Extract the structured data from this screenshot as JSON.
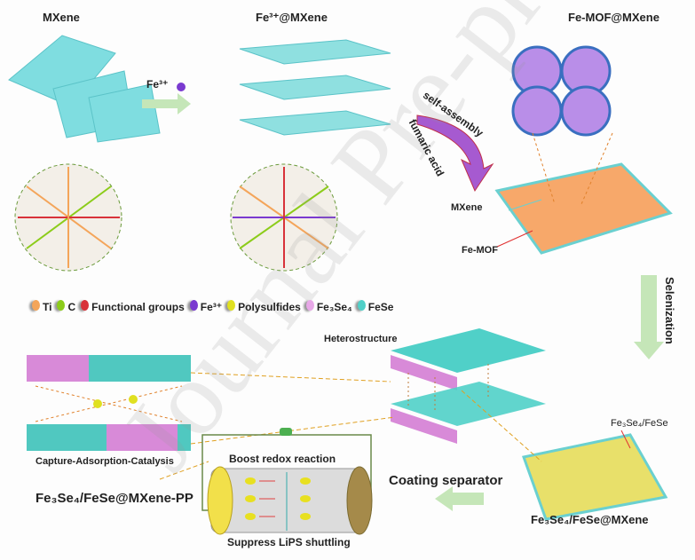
{
  "titles": {
    "mxene": "MXene",
    "fe_mxene": "Fe³⁺@MXene",
    "mof_mxene": "Fe-MOF@MXene"
  },
  "arrows": {
    "fe3": "Fe³⁺",
    "self_assembly": "self-assembly",
    "fumaric": "fumaric acid",
    "selenization": "Selenization",
    "coating": "Coating separator"
  },
  "labels": {
    "mxene": "MXene",
    "fe_mof": "Fe-MOF",
    "heterostructure": "Heterostructure",
    "fe3se4_fese": "Fe₃Se₄/FeSe",
    "product": "Fe₃Se₄/FeSe@MXene",
    "capture": "Capture-Adsorption-Catalysis",
    "pp": "Fe₃Se₄/FeSe@MXene-PP",
    "boost": "Boost redox reaction",
    "suppress": "Suppress LiPS shuttling"
  },
  "legend": [
    {
      "label": "Ti",
      "color": "#f4a55a"
    },
    {
      "label": "C",
      "color": "#8ccc1a"
    },
    {
      "label": "Functional groups",
      "color": "#d8323a"
    },
    {
      "label": "Fe³⁺",
      "color": "#7a3ad0"
    },
    {
      "label": "Polysulfides",
      "color": "#e0e020"
    },
    {
      "label": "Fe₃Se₄",
      "color": "#e8a8e8"
    },
    {
      "label": "FeSe",
      "color": "#50d0c8"
    }
  ],
  "watermark": "Journal Pre-proof"
}
